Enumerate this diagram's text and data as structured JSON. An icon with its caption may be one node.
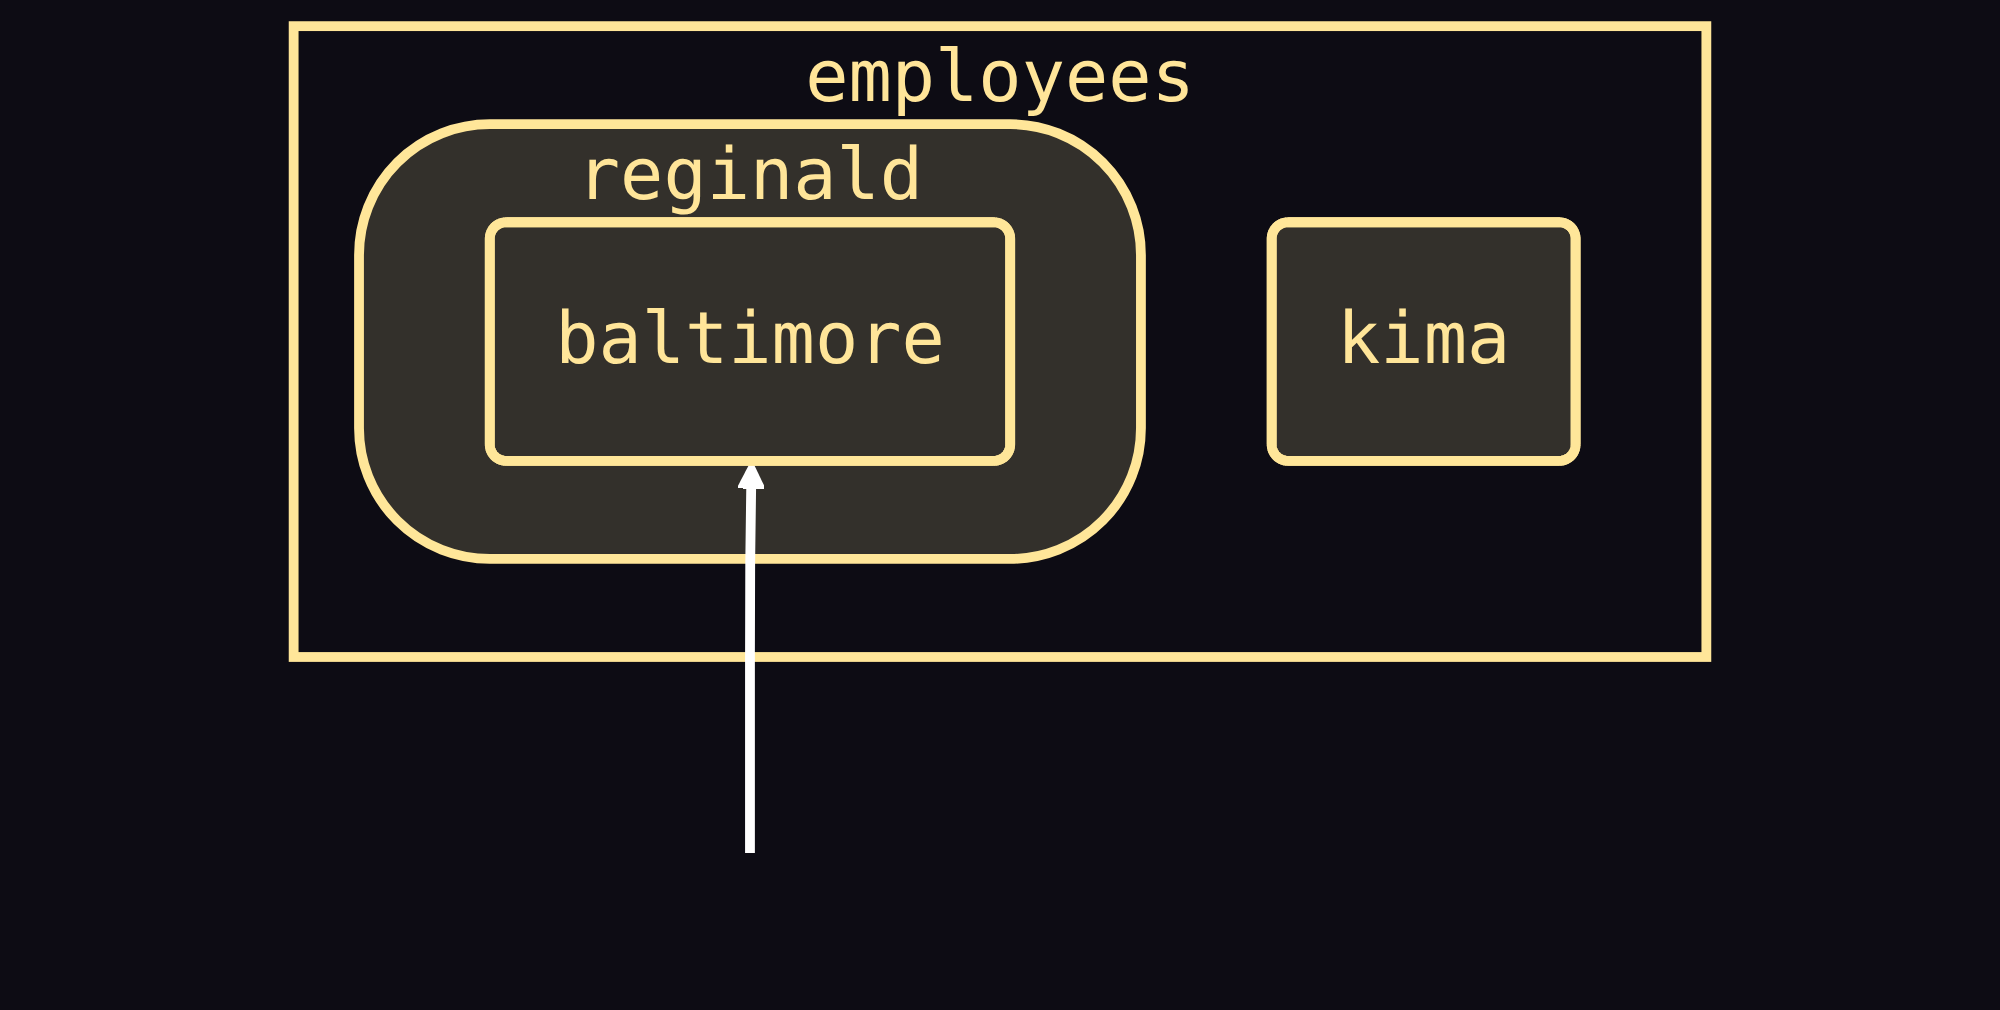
{
  "diagram": {
    "nodes": [
      {
        "text": [
          "employees"
        ]
      },
      {
        "text": [
          "kima"
        ],
        "in": 0
      },
      {
        "text": [
          "reginald"
        ],
        "in": 0
      },
      {
        "text": [
          "baltimore"
        ],
        "in": 2
      }
    ],
    "edges": [
      {
        "from": null,
        "to": 3,
        "arrow": "to",
        "color": "#ffffff"
      }
    ]
  }
}
